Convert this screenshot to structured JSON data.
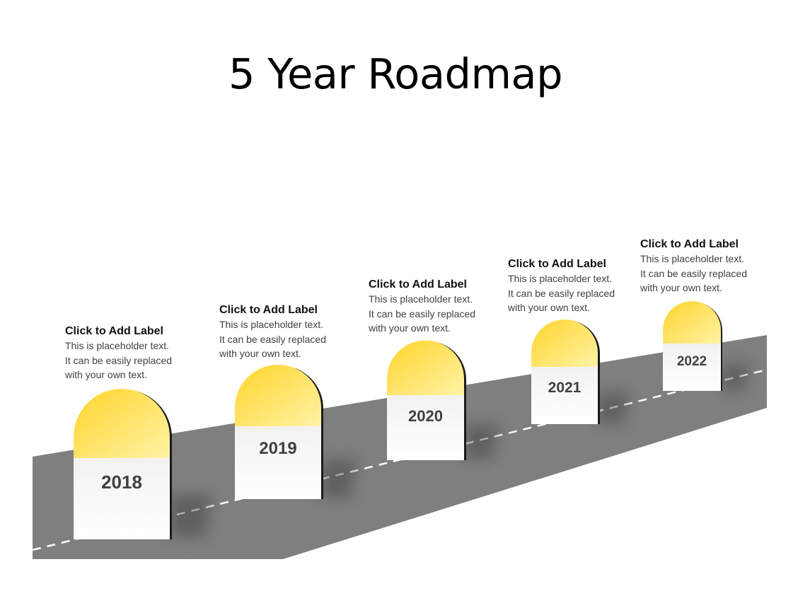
{
  "title": "5 Year Roadmap",
  "colors": {
    "road": "#7f7f7f",
    "dash": "#ffffff",
    "milestone_top_start": "#ffd633",
    "milestone_top_end": "#fff2a8",
    "milestone_body": "#f8f8f8",
    "milestone_edge": "#1a1a1a",
    "year_text": "#404040"
  },
  "milestones": [
    {
      "year": "2018",
      "label": "Click to Add Label",
      "lines": [
        "This is placeholder text.",
        "It can be easily replaced",
        "with your own text."
      ]
    },
    {
      "year": "2019",
      "label": "Click to Add Label",
      "lines": [
        "This is placeholder text.",
        "It can be easily replaced",
        "with your own text."
      ]
    },
    {
      "year": "2020",
      "label": "Click to Add Label",
      "lines": [
        "This is placeholder text.",
        "It can be easily replaced",
        "with your own text."
      ]
    },
    {
      "year": "2021",
      "label": "Click to Add Label",
      "lines": [
        "This is placeholder text.",
        "It can be easily replaced",
        "with your own text."
      ]
    },
    {
      "year": "2022",
      "label": "Click to Add Label",
      "lines": [
        "This is placeholder text.",
        "It can be easily replaced",
        "with your own text."
      ]
    }
  ]
}
